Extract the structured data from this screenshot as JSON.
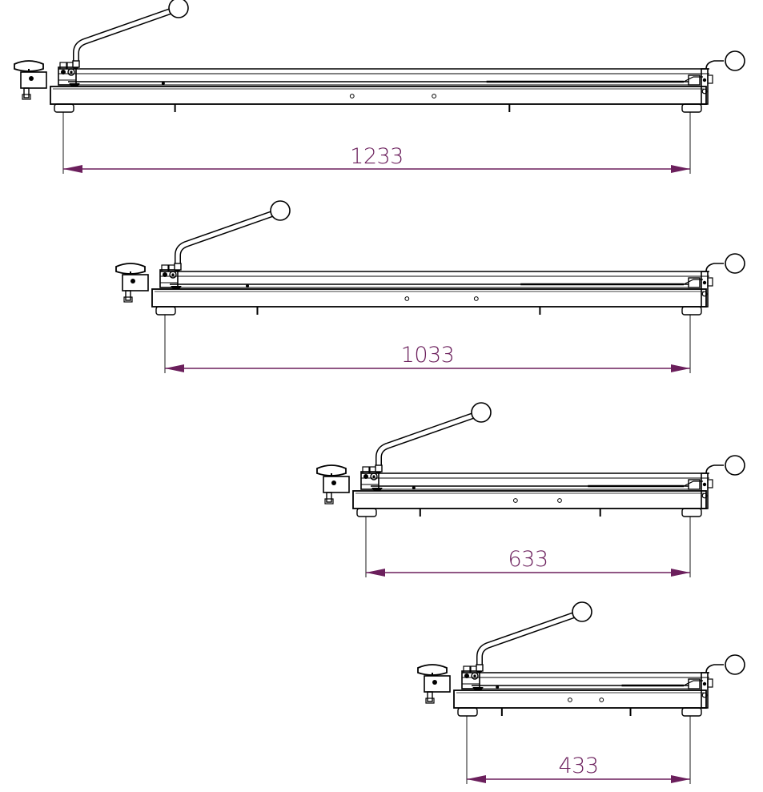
{
  "colors": {
    "line": "#000000",
    "dimension": "#6b1f5c",
    "background": "#ffffff"
  },
  "views": [
    {
      "id": "view-1233",
      "dimension_label": "1233"
    },
    {
      "id": "view-1033",
      "dimension_label": "1033"
    },
    {
      "id": "view-633",
      "dimension_label": "633"
    },
    {
      "id": "view-433",
      "dimension_label": "433"
    }
  ]
}
